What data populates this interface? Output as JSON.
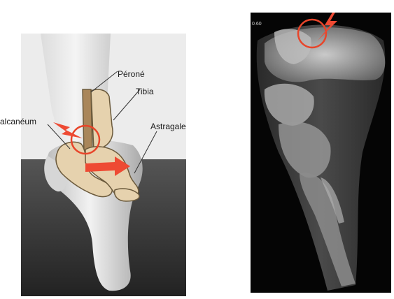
{
  "labels": {
    "perone": "Péroné",
    "tibia": "Tibia",
    "astragale": "Astragale",
    "calcaneum": "alcanéum"
  },
  "xray_corner_text": "0.60",
  "colors": {
    "bone_fill": "#e6d2ae",
    "bone_stroke": "#6b5a3c",
    "fibula_fill": "#a9865a",
    "highlight_red": "#e8452a",
    "arrow_red": "#ee4a33"
  },
  "icons": [
    "lightning-icon",
    "arrow-right-icon",
    "circle-marker"
  ]
}
